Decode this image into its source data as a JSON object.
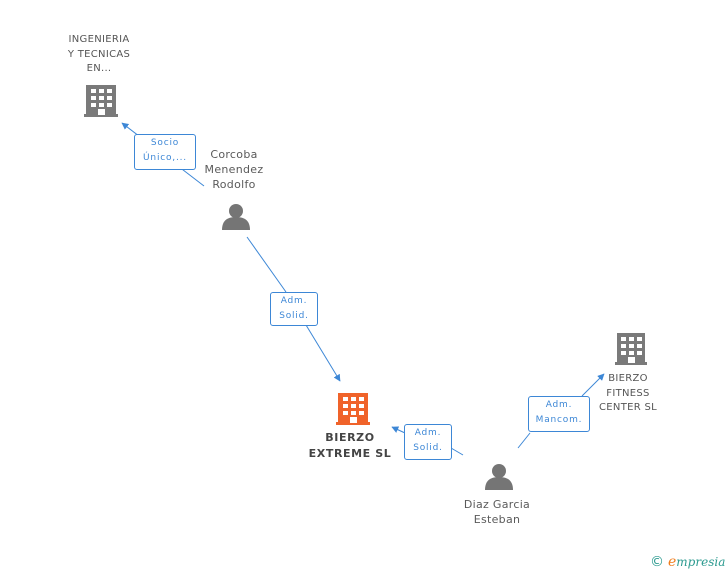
{
  "colors": {
    "company": "#7a7a7a",
    "company_focus": "#f0632a",
    "person": "#757575",
    "edge": "#3d87d6",
    "brand_e": "#f07d1e",
    "brand_text": "#2b9a8f"
  },
  "nodes": {
    "ingenieria": {
      "lines": [
        "INGENIERIA",
        "Y TECNICAS",
        "EN..."
      ],
      "icon": "building-icon"
    },
    "corcoba": {
      "lines": [
        "Corcoba",
        "Menendez",
        "Rodolfo"
      ],
      "icon": "person-icon"
    },
    "bierzo_extreme": {
      "lines": [
        "BIERZO",
        "EXTREME SL"
      ],
      "icon": "building-icon"
    },
    "bierzo_fitness": {
      "lines": [
        "BIERZO",
        "FITNESS",
        "CENTER SL"
      ],
      "icon": "building-icon"
    },
    "diaz": {
      "lines": [
        "Diaz Garcia",
        "Esteban"
      ],
      "icon": "person-icon"
    }
  },
  "edges": {
    "socio": {
      "lines": [
        "Socio",
        "Único,..."
      ]
    },
    "corcoba_adm": {
      "lines": [
        "Adm.",
        "Solid."
      ]
    },
    "diaz_adm_solid": {
      "lines": [
        "Adm.",
        "Solid."
      ]
    },
    "diaz_adm_mancom": {
      "lines": [
        "Adm.",
        "Mancom."
      ]
    }
  },
  "footer": {
    "copyright": "©",
    "brand_initial": "e",
    "brand_rest": "mpresia"
  }
}
